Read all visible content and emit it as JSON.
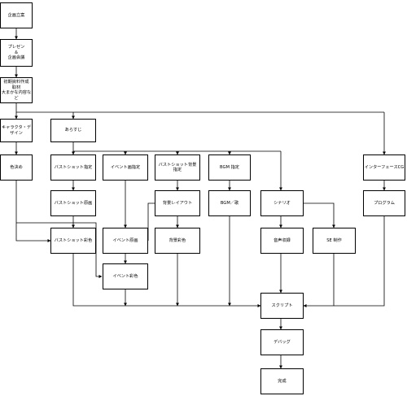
{
  "nodes": {
    "kikaku": "企画立案",
    "presen": "プレゼン\n＆\n企画会議",
    "shoki": "初期資料作成\n取材\n大まかな内容など",
    "chara": "キャラクタ・デザイン",
    "arasuji": "あらすじ",
    "iroki": "色決め",
    "bust_shitei": "バストショット指定",
    "event_shitei": "イベント画指定",
    "bust_haikei_shitei": "バストショット背景\n指定",
    "bgm_shitei": "BGM 指定",
    "interface": "インターフェースCG",
    "bust_genga": "バストショット原画",
    "haikei_layout": "背景レイアウト",
    "bgm_uta": "BGM／歌",
    "scenario": "シナリオ",
    "program": "プログラム",
    "bust_saishoku": "バストショット彩色",
    "event_genga": "イベント原画",
    "haikei_saishoku": "背景彩色",
    "onsei": "音声収録",
    "se": "SE 制作",
    "event_saishoku": "イベント彩色",
    "script": "スクリプト",
    "debug": "デバッグ",
    "kansei": "完成"
  }
}
